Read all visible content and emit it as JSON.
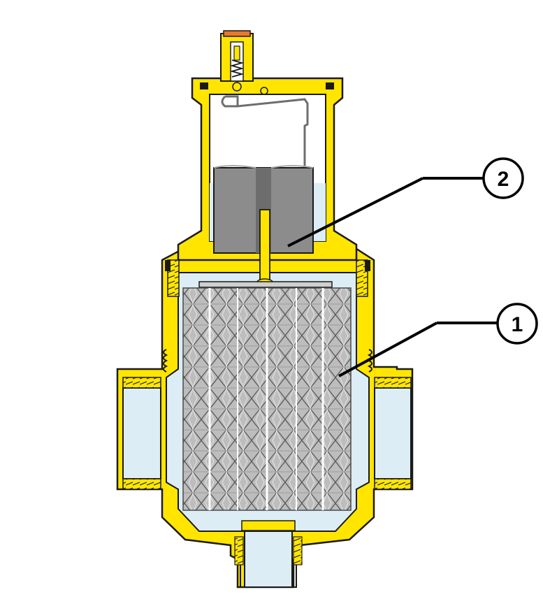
{
  "diagram": {
    "callouts": [
      {
        "number": "1",
        "part": "mesh-element"
      },
      {
        "number": "2",
        "part": "float-lever"
      }
    ],
    "colors": {
      "brass": "#FFE500",
      "brass_edge": "#8a7a00",
      "outline": "#1a1a1a",
      "water": "#dcedf5",
      "float": "#8c8c8c",
      "float_dark": "#6d6d6d",
      "mesh": "#9a9a9a",
      "cap_red": "#e8782a"
    }
  }
}
